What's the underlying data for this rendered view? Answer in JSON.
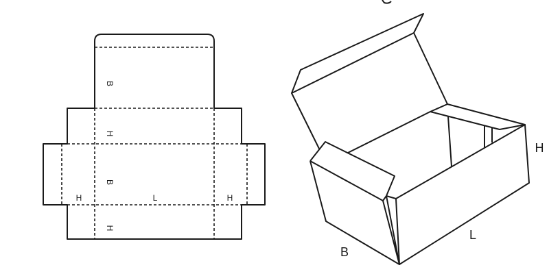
{
  "net": {
    "labels": {
      "top_flap": "B",
      "top_band": "H",
      "center_b": "B",
      "left": "H",
      "center_l": "L",
      "right": "H",
      "bottom_band": "H"
    }
  },
  "box": {
    "labels": {
      "width": "B",
      "length": "L",
      "height": "H"
    }
  }
}
